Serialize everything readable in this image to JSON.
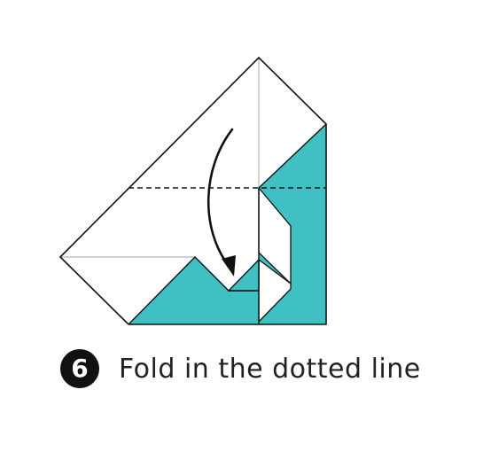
{
  "step": {
    "number": "6",
    "instruction": "Fold in the dotted line"
  },
  "colors": {
    "paper_front": "#ffffff",
    "paper_back": "#40c0c2",
    "outline": "#111111",
    "crease": "#b8b8b0",
    "badge": "#111111"
  },
  "icons": {
    "fold_arrow": "curved-down-arrow-icon",
    "fold_line": "dashed-valley-fold-line"
  }
}
